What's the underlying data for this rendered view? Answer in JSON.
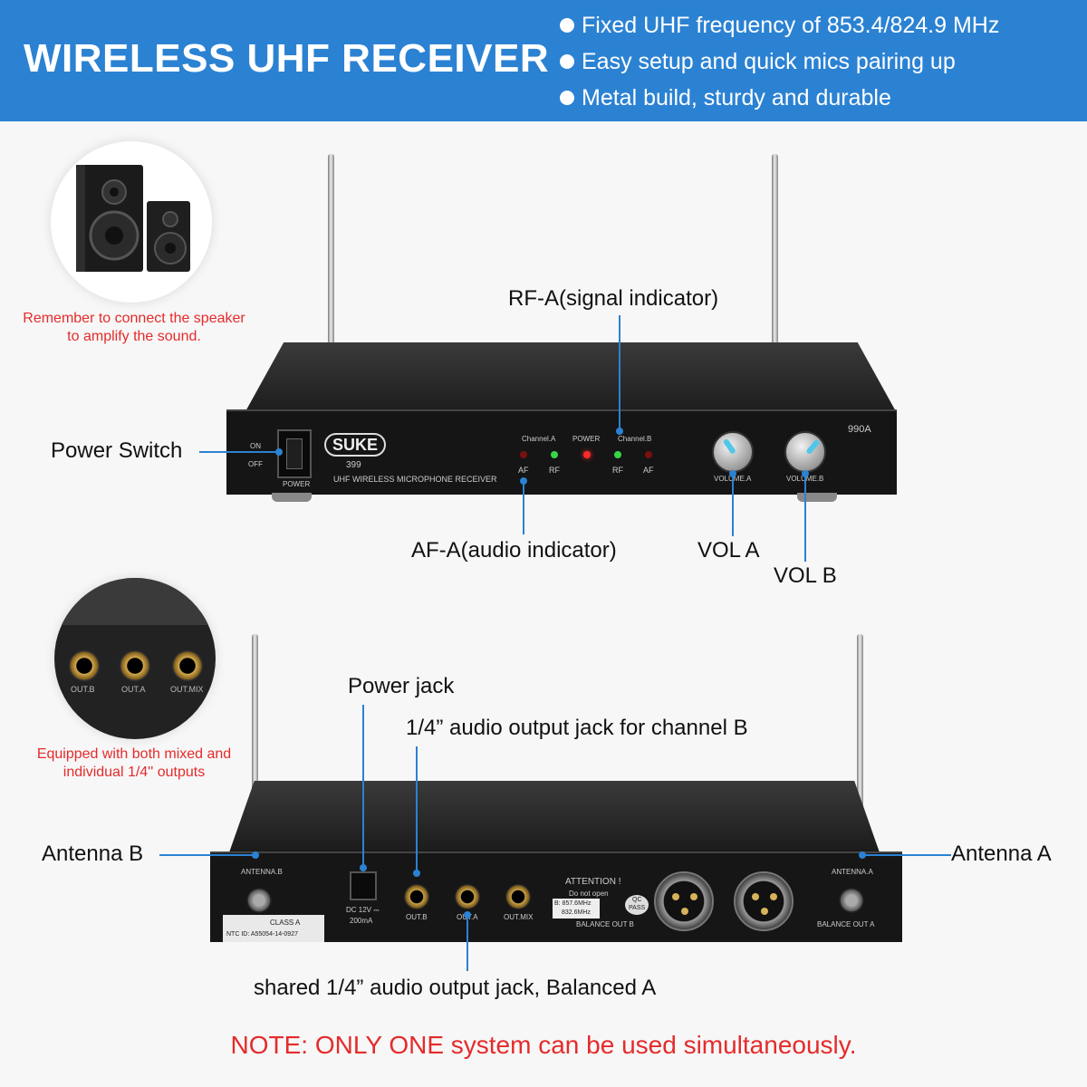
{
  "header": {
    "title": "WIRELESS UHF RECEIVER",
    "bullets": [
      "Fixed UHF frequency of 853.4/824.9 MHz",
      "Easy setup and quick mics pairing up",
      "Metal build, sturdy and durable"
    ]
  },
  "notes": {
    "speaker": "Remember to connect the speaker to amplify the sound.",
    "outputs": "Equipped with both mixed and individual 1/4'' outputs",
    "bottom": "NOTE: ONLY ONE system can be used simultaneously."
  },
  "front_labels": {
    "rf_a": "RF-A(signal indicator)",
    "power_switch": "Power Switch",
    "af_a": "AF-A(audio indicator)",
    "vol_a": "VOL A",
    "vol_b": "VOL B"
  },
  "back_labels": {
    "power_jack": "Power jack",
    "out_b": "1/4” audio output jack for channel B",
    "antenna_b": "Antenna B",
    "antenna_a": "Antenna A",
    "shared": "shared 1/4” audio output jack, Balanced A"
  },
  "front_panel": {
    "brand": "SUKE",
    "model": "399",
    "product": "UHF WIRELESS MICROPHONE RECEIVER",
    "model_code": "990A",
    "on": "ON",
    "off": "OFF",
    "power": "POWER",
    "power_led": "POWER",
    "channel_a": "Channel.A",
    "channel_b": "Channel.B",
    "af": "AF",
    "rf": "RF",
    "volume_a": "VOLUME.A",
    "volume_b": "VOLUME.B"
  },
  "back_panel": {
    "antenna_b": "ANTENNA.B",
    "antenna_a": "ANTENNA.A",
    "dc": "DC 12V ⎓",
    "dc_current": "200mA",
    "out_b": "OUT.B",
    "out_a": "OUT.A",
    "out_mix": "OUT.MIX",
    "attention": "ATTENTION !",
    "do_not_open": "Do not open",
    "freq_b": "B: 857.6MHz",
    "freq_a": "832.6MHz",
    "qc": "QC",
    "pass": "PASS",
    "balance_out_b": "BALANCE OUT B",
    "balance_out_a": "BALANCE OUT A",
    "class": "CLASS A",
    "ntc": "NTC ID: A55054-14-0927"
  },
  "outputs_closeup": {
    "labels": [
      "OUT.B",
      "OUT.A",
      "OUT.MIX"
    ]
  },
  "colors": {
    "header": "#2b82d3",
    "leader": "#2b82d3",
    "note": "#e52b2b",
    "knob_marker": "#4fc7e8"
  }
}
